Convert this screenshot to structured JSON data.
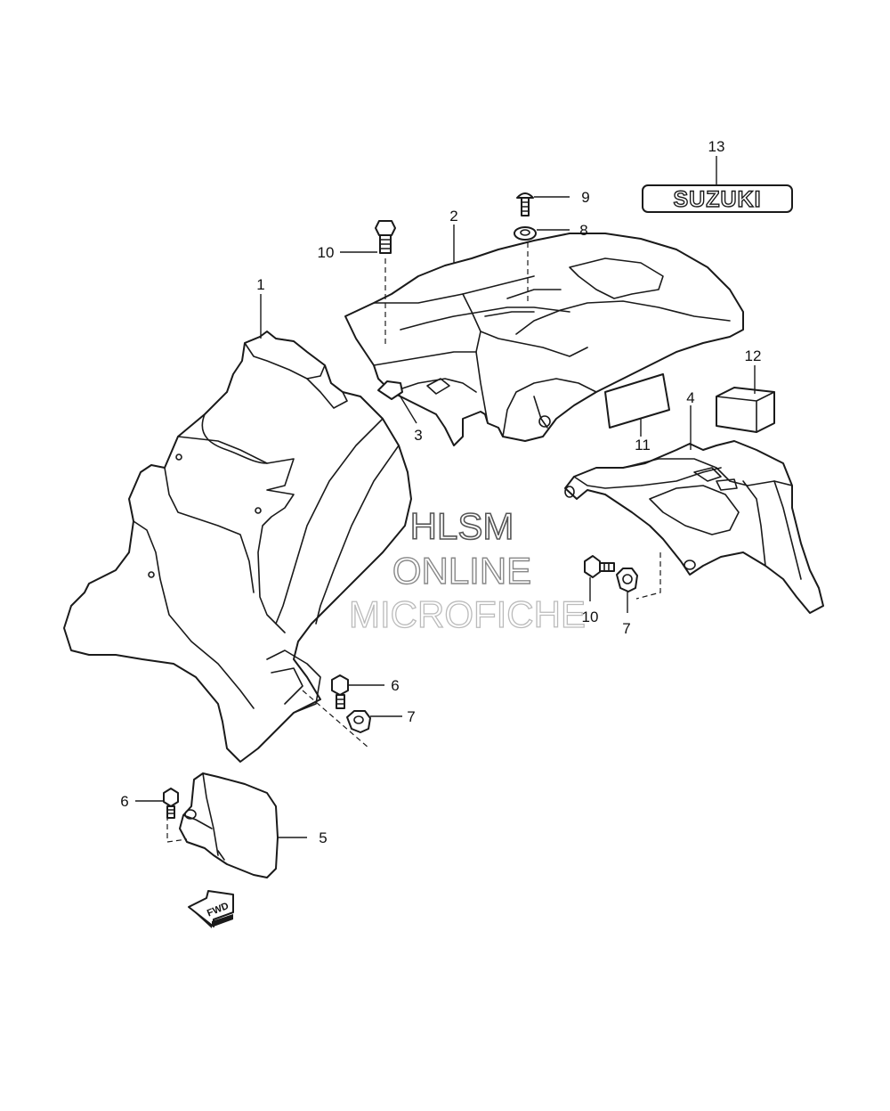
{
  "callouts": [
    {
      "id": "c1",
      "label": "1"
    },
    {
      "id": "c2",
      "label": "2"
    },
    {
      "id": "c3",
      "label": "3"
    },
    {
      "id": "c4",
      "label": "4"
    },
    {
      "id": "c5",
      "label": "5"
    },
    {
      "id": "c6a",
      "label": "6"
    },
    {
      "id": "c6b",
      "label": "6"
    },
    {
      "id": "c7a",
      "label": "7"
    },
    {
      "id": "c7b",
      "label": "7"
    },
    {
      "id": "c8",
      "label": "8"
    },
    {
      "id": "c9",
      "label": "9"
    },
    {
      "id": "c10a",
      "label": "10"
    },
    {
      "id": "c10b",
      "label": "10"
    },
    {
      "id": "c11",
      "label": "11"
    },
    {
      "id": "c12",
      "label": "12"
    },
    {
      "id": "c13",
      "label": "13"
    }
  ],
  "emblem": {
    "text": "SUZUKI"
  },
  "fwd_arrow": {
    "text": "FWD"
  },
  "watermark": {
    "line1": "HLSM",
    "line2": "ONLINE",
    "line3": "MICROFICHE"
  }
}
